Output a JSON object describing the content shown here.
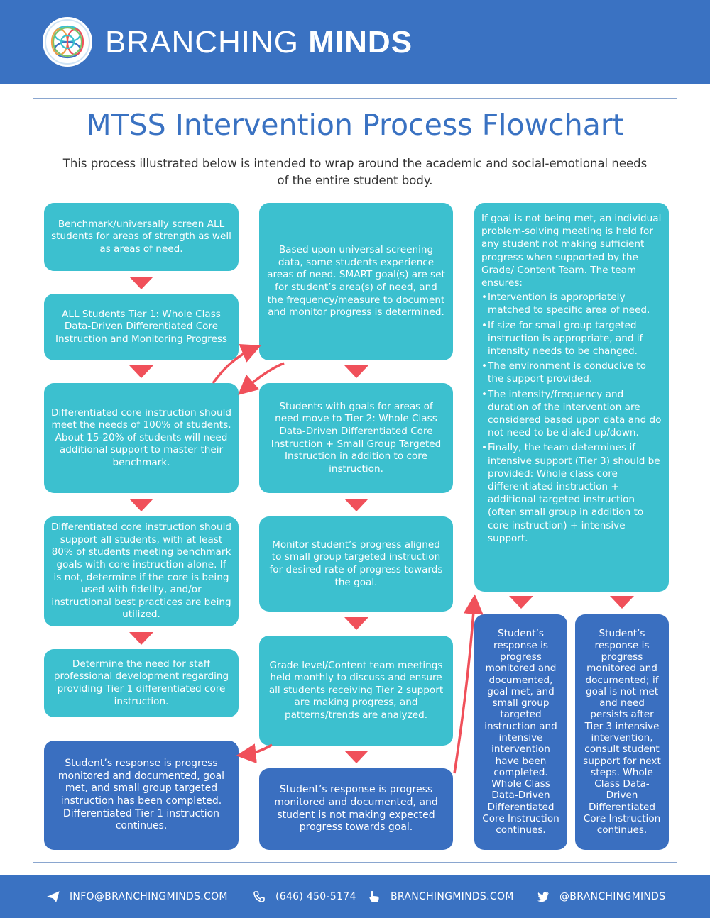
{
  "header": {
    "logo": "branching-minds-logo",
    "brand_light": "BRANCHING",
    "brand_bold": "MINDS"
  },
  "title": "MTSS Intervention Process Flowchart",
  "subtitle": "This process illustrated below is intended to wrap around the academic and social-emotional needs of the entire student body.",
  "column1": [
    "Benchmark/universally screen ALL students for areas of strength as well as areas of need.",
    "ALL Students Tier 1: Whole Class Data-Driven Differentiated Core Instruction and Monitoring Progress",
    "Differentiated core instruction should meet the needs of 100% of students. About 15-20% of students will need additional support to master their benchmark.",
    "Differentiated core instruction should support all students, with at least 80% of students meeting benchmark goals with core instruction alone. If is not, determine if the core is being used with fidelity, and/or instructional best practices are being utilized.",
    "Determine the need for staff professional development regarding providing Tier 1 differentiated core instruction.",
    "Student’s response is progress monitored and documented, goal met, and small group targeted instruction has been completed. Differentiated Tier 1 instruction continues."
  ],
  "column2": [
    "Based upon universal screening data, some students experience areas of need. SMART goal(s) are set for student’s area(s) of need, and the frequency/measure to document and monitor progress is determined.",
    "Students with goals for areas of need move to Tier 2: Whole Class Data-Driven Differentiated Core Instruction + Small Group Targeted Instruction in addition to core instruction.",
    "Monitor student’s progress aligned to small group targeted instruction for desired rate of progress towards the goal.",
    "Grade level/Content team meetings held monthly to discuss and ensure all students receiving Tier 2 support are making progress, and patterns/trends are analyzed.",
    "Student’s response is progress monitored and documented, and student is not making expected progress towards goal."
  ],
  "column3": {
    "intro": "If goal is not being met, an individual problem-solving meeting is held for any student not making sufficient progress when supported by the Grade/ Content Team. The team ensures:",
    "bullets": [
      "Intervention is appropriately matched to specific area of need.",
      "If size for small group targeted instruction is appropriate, and if intensity needs to be changed.",
      "The environment is conducive to the support provided.",
      "The intensity/frequency and duration of the intervention are considered based upon data and do not need to be dialed up/down.",
      "Finally, the team determines if intensive support (Tier 3) should be provided: Whole class core differentiated instruction + additional targeted instruction (often small group in addition to core instruction) + intensive support."
    ],
    "outcome_left": "Student’s response is progress monitored and documented, goal met, and small group targeted instruction and intensive intervention have been completed. Whole Class Data-Driven Differentiated Core Instruction continues.",
    "outcome_right": "Student’s response is progress monitored and documented; if goal is not met and need persists after Tier 3 intensive intervention, consult student support for next steps. Whole Class Data-Driven Differentiated Core Instruction continues."
  },
  "colors": {
    "header": "#3a72c2",
    "title": "#3a72c2",
    "teal_box": "#3cc0cf",
    "blue_box": "#3a6fc0",
    "arrow": "#f0505a"
  },
  "footer": {
    "email": "INFO@BRANCHINGMINDS.COM",
    "phone": "(646) 450-5174",
    "website": "BRANCHINGMINDS.COM",
    "twitter": "@BRANCHINGMINDS",
    "icons": [
      "paper-plane-icon",
      "phone-icon",
      "pointer-hand-icon",
      "twitter-bird-icon"
    ]
  }
}
